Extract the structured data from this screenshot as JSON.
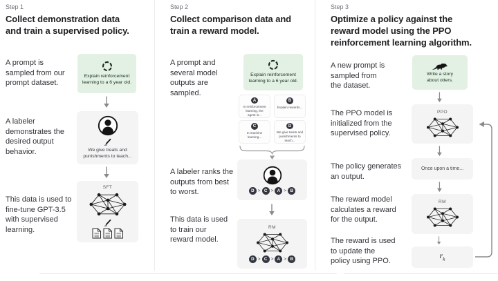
{
  "colors": {
    "green_box_bg": "#e2f1e3",
    "green_box_text": "#16301e",
    "gray_box_bg": "#f4f4f4",
    "dark_circle": "#353740",
    "arrow_gray": "#8a8a8a",
    "heading_text": "#202123",
    "body_text": "#33333a",
    "step_label_text": "#6e6e78"
  },
  "step1": {
    "label": "Step 1",
    "heading": "Collect demonstration data\nand train a supervised policy.",
    "text_prompt": "A prompt is\nsampled from our\nprompt dataset.",
    "prompt_box_text": "Explain reinforcement\nlearning to a 6 year old.",
    "text_labeler": "A labeler\ndemonstrates the\ndesired output\nbehavior.",
    "labeler_box_text": "We give treats and\npunishments to teach...",
    "text_finetune": "This data is used to\nfine-tune GPT-3.5\nwith supervised\nlearning.",
    "sft_label": "SFT"
  },
  "step2": {
    "label": "Step 2",
    "heading": "Collect comparison data and\ntrain a reward model.",
    "text_prompt": "A prompt and\nseveral model\noutputs are\nsampled.",
    "prompt_box_text": "Explain reinforcement\nlearning to a 6 year old.",
    "outputs": [
      {
        "letter": "A",
        "text": "In reinforcement\nlearning, the\nagent is..."
      },
      {
        "letter": "B",
        "text": "Explain rewards..."
      },
      {
        "letter": "C",
        "text": "In machine\nlearning..."
      },
      {
        "letter": "D",
        "text": "We give treats and\npunishments to\nteach..."
      }
    ],
    "text_rank": "A labeler ranks the\noutputs from best\nto worst.",
    "ranking": [
      "D",
      "C",
      "A",
      "B"
    ],
    "rank_separator": ">",
    "text_train": "This data is used\nto train our\nreward model.",
    "rm_label": "RM"
  },
  "step3": {
    "label": "Step 3",
    "heading": "Optimize a policy against the\nreward model using the PPO\nreinforcement learning algorithm.",
    "text_prompt": "A new prompt is\nsampled from\nthe dataset.",
    "prompt_box_text": "Write a story\nabout otters.",
    "text_ppo": "The PPO model is\ninitialized from the\nsupervised policy.",
    "ppo_label": "PPO",
    "text_output": "The policy generates\nan output.",
    "output_box_text": "Once upon a time...",
    "text_reward": "The reward model\ncalculates a reward\nfor the output.",
    "rm_label": "RM",
    "text_update": "The reward is used\nto update the\npolicy using PPO.",
    "reward_var": "r",
    "reward_var_sub": "k"
  }
}
